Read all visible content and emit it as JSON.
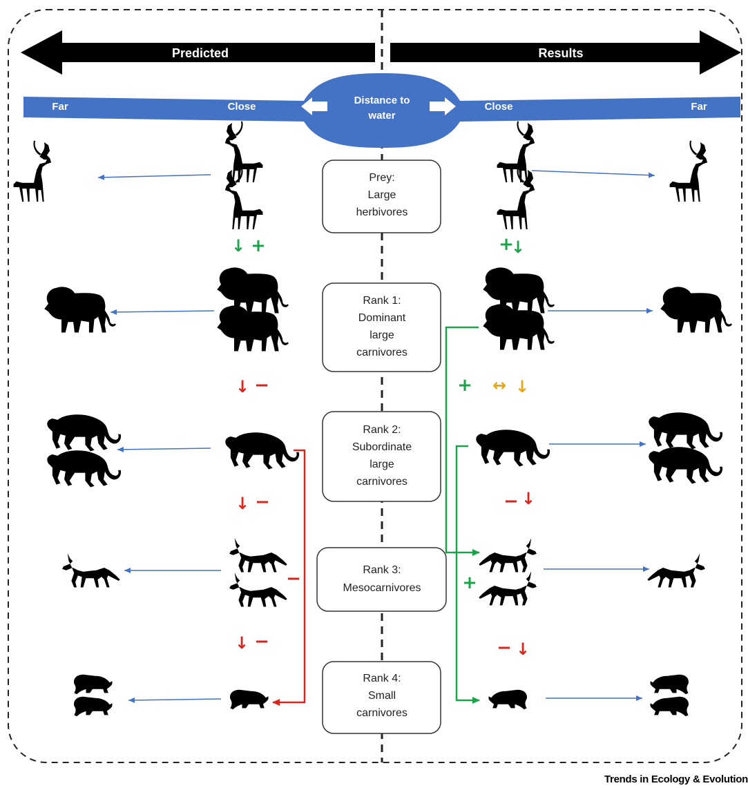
{
  "header": {
    "predicted_label": "Predicted",
    "results_label": "Results"
  },
  "water_band": {
    "far_left": "Far",
    "close_left": "Close",
    "center_line1": "Distance to",
    "center_line2": "water",
    "close_right": "Close",
    "far_right": "Far"
  },
  "boxes": [
    {
      "lines": [
        "Prey:",
        "Large",
        "herbivores"
      ]
    },
    {
      "lines": [
        "Rank 1:",
        "Dominant",
        "large",
        "carnivores"
      ]
    },
    {
      "lines": [
        "Rank 2:",
        "Subordinate",
        "large",
        "carnivores"
      ]
    },
    {
      "lines": [
        "Rank 3:",
        "Mesocarnivores"
      ]
    },
    {
      "lines": [
        "Rank 4:",
        "Small",
        "carnivores"
      ]
    }
  ],
  "symbols": {
    "plus": "+",
    "minus": "−",
    "down_arrow": "↓",
    "double_arrow": "↔"
  },
  "colors": {
    "arrow_header": "#000000",
    "water": "#4472C4",
    "distance_arrow": "#4472C4",
    "positive": "#1aa34a",
    "negative": "#d9261c",
    "neutral": "#e6a817",
    "silhouette": "#000000"
  },
  "icons": {
    "prey": "antelope-icon",
    "rank1": "lion-icon",
    "rank2": "leopard-icon",
    "rank3": "jackal-icon",
    "rank4": "mustelid-icon"
  },
  "footer": {
    "journal": "Trends in Ecology & Evolution"
  }
}
